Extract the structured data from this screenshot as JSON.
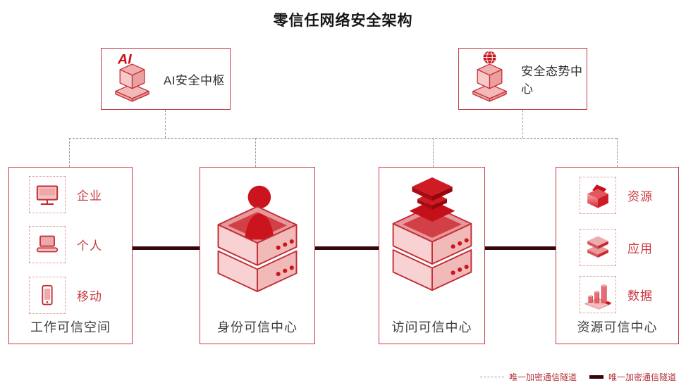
{
  "title": "零信任网络安全架构",
  "top_nodes": [
    {
      "id": "ai-hub",
      "label": "AI安全中枢",
      "icon": "ai-pedestal-icon",
      "icon_text": "AI"
    },
    {
      "id": "security-posture",
      "label": "安全态势中心",
      "icon": "globe-pedestal-icon"
    }
  ],
  "centers": [
    {
      "id": "workspace",
      "title": "工作可信空间",
      "items": [
        {
          "label": "企业",
          "icon": "desktop-icon"
        },
        {
          "label": "个人",
          "icon": "laptop-icon"
        },
        {
          "label": "移动",
          "icon": "mobile-icon"
        }
      ]
    },
    {
      "id": "identity",
      "title": "身份可信中心",
      "icon": "identity-server-icon"
    },
    {
      "id": "access",
      "title": "访问可信中心",
      "icon": "access-server-icon"
    },
    {
      "id": "resource",
      "title": "资源可信中心",
      "items": [
        {
          "label": "资源",
          "icon": "resource-cube-icon"
        },
        {
          "label": "应用",
          "icon": "app-layers-icon"
        },
        {
          "label": "数据",
          "icon": "data-bars-icon"
        }
      ]
    }
  ],
  "legend": [
    {
      "style": "dashed",
      "label": "唯一加密通信隧道"
    },
    {
      "style": "solid",
      "label": "唯一加密通信隧道"
    }
  ],
  "colors": {
    "box_border": "#c23a42",
    "accent_red": "#cb141d",
    "label_red": "#c8393f",
    "tunnel_dark": "#35070c",
    "dashed_gray": "#9b9b9b",
    "pink_light": "#f8d2d2",
    "pink_mid": "#f2b9b9"
  }
}
